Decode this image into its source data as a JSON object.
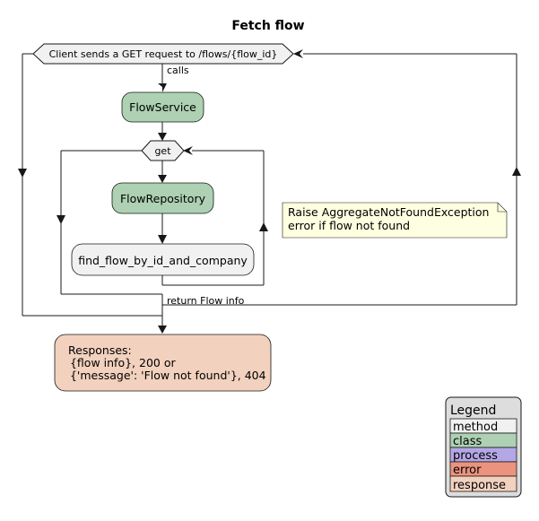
{
  "diagram": {
    "title": "Fetch flow",
    "repeat_condition": "Client sends a GET request to /flows/{flow_id}",
    "repeat_exit_label": "return Flow info",
    "calls_label": "calls",
    "service_node": "FlowService",
    "inner_condition": "get",
    "repository_node": "FlowRepository",
    "method_node": "find_flow_by_id_and_company",
    "note_lines": [
      "Raise AggregateNotFoundException",
      "error if flow not found"
    ],
    "response_lines": [
      "Responses:",
      " {flow info}, 200 or",
      " {'message': 'Flow not found'}, 404"
    ]
  },
  "legend": {
    "title": "Legend",
    "items": [
      {
        "label": "method",
        "color": "#f1f1f1"
      },
      {
        "label": "class",
        "color": "#add1b2"
      },
      {
        "label": "process",
        "color": "#b4a7e5"
      },
      {
        "label": "error",
        "color": "#eb937f"
      },
      {
        "label": "response",
        "color": "#f2d1be"
      }
    ]
  },
  "colors": {
    "class_fill": "#add1b2",
    "method_fill": "#f1f1f1",
    "response_fill": "#f2d1be",
    "note_fill": "#fefee0",
    "legend_bg": "#dddddd",
    "condition_fill": "#f1f1f1",
    "line": "#181818"
  }
}
